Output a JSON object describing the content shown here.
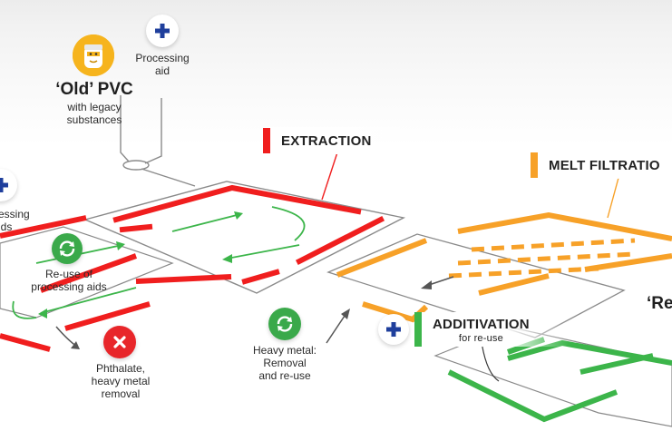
{
  "labels": {
    "old_pvc": "‘Old’ PVC",
    "old_pvc_sub_1": "with legacy",
    "old_pvc_sub_2": "substances",
    "processing_aid_1": "Processing",
    "processing_aid_2": "aid",
    "processing_aids_left_1": "essing",
    "processing_aids_left_2": "ids",
    "reuse_1": "Re-use of",
    "reuse_2": "processing aids",
    "phthalate_1": "Phthalate,",
    "phthalate_2": "heavy metal",
    "phthalate_3": "removal",
    "heavy_metal_1": "Heavy metal:",
    "heavy_metal_2": "Removal",
    "heavy_metal_3": "and re-use",
    "re_cut": "‘Re"
  },
  "stages": {
    "extraction": "EXTRACTION",
    "melt_filtration": "MELT FILTRATIO",
    "additivation": "ADDITIVATION",
    "additivation_sub": "for re-use"
  },
  "colors": {
    "red": "#f01e1e",
    "orange": "#f7a128",
    "green": "#3cb54a",
    "gray_line": "#7a7a7a",
    "blue_plus": "#1f3f9c",
    "icon_red": "#e8262a",
    "icon_green": "#3aa94a"
  },
  "icons": {
    "plus_top": "plus-icon",
    "plus_left": "plus-icon",
    "plus_additivation": "plus-icon",
    "reuse_left": "recycle-icon",
    "reuse_center": "recycle-icon",
    "removal": "x-icon",
    "pvc": "pvc-avatar-icon"
  }
}
